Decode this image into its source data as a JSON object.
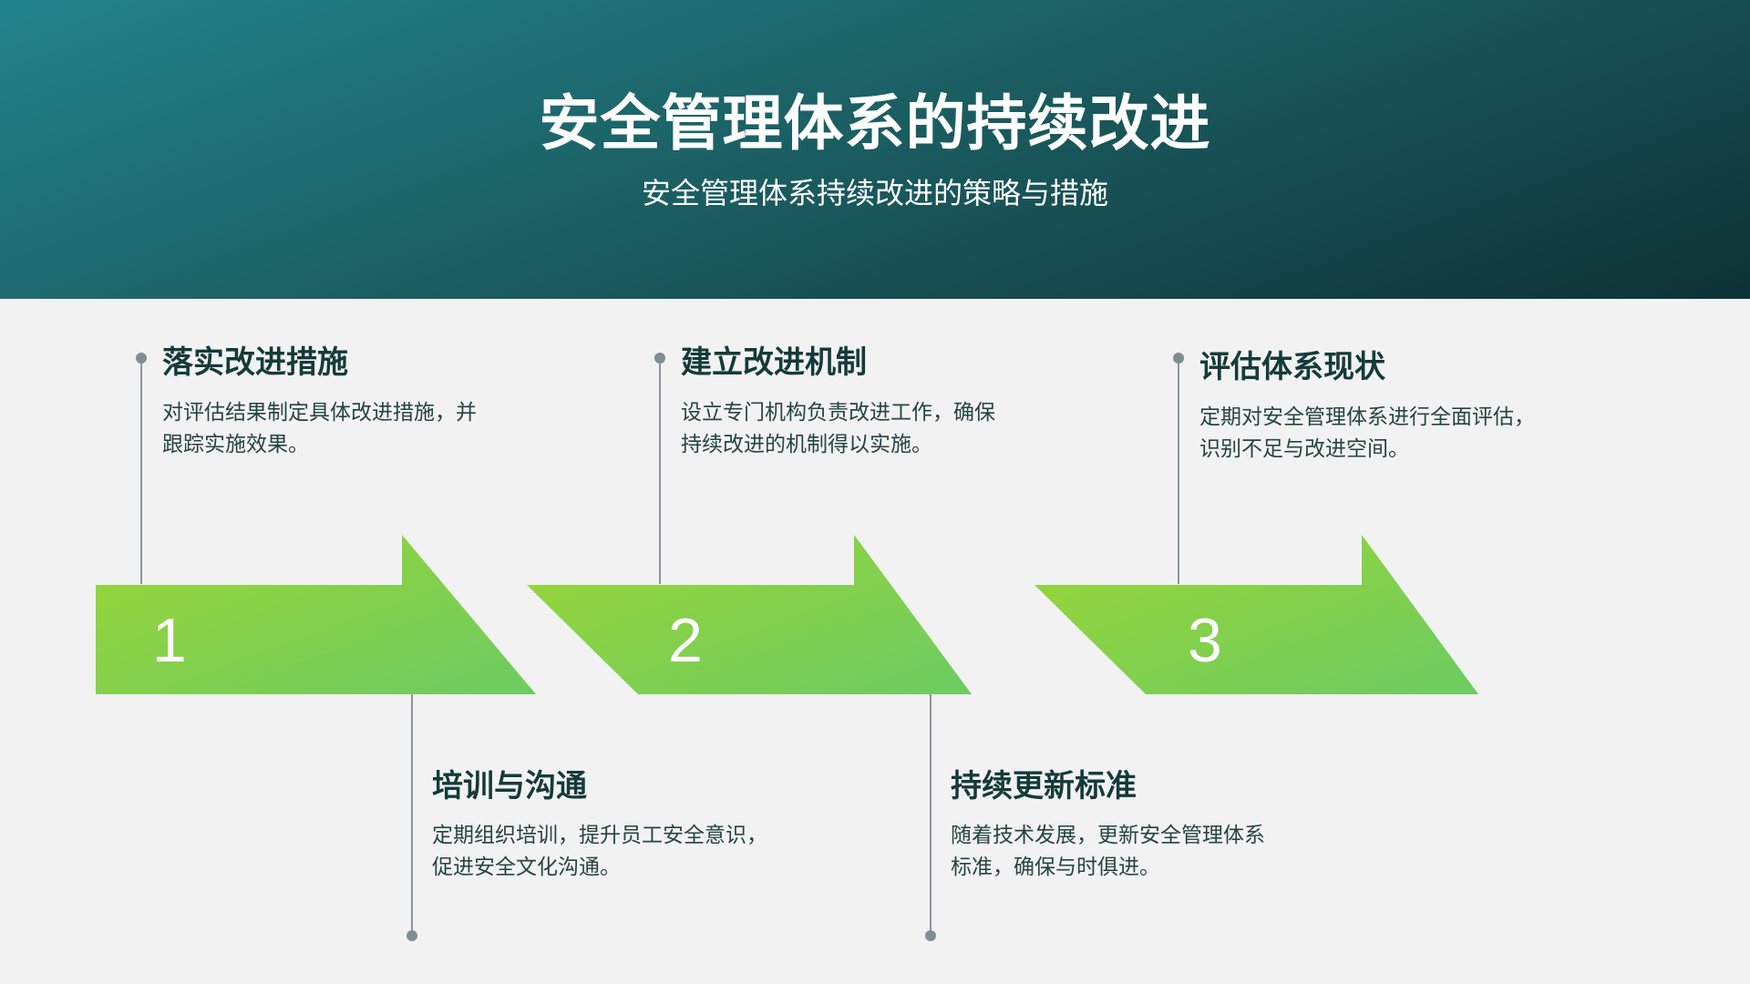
{
  "header": {
    "title": "安全管理体系的持续改进",
    "subtitle": "安全管理体系持续改进的策略与措施"
  },
  "colors": {
    "header_gradient_start": "#22838c",
    "header_gradient_end": "#0d3133",
    "arrow_gradient_start": "#9bd636",
    "arrow_gradient_end": "#6ccb62",
    "background": "#f2f2f2",
    "heading_text": "#153a3a",
    "connector": "#8a9799"
  },
  "arrows": [
    {
      "number": "1"
    },
    {
      "number": "2"
    },
    {
      "number": "3"
    }
  ],
  "steps_top": [
    {
      "heading": "落实改进措施",
      "desc_line1": "对评估结果制定具体改进措施，并",
      "desc_line2": "跟踪实施效果。"
    },
    {
      "heading": "建立改进机制",
      "desc_line1": "设立专门机构负责改进工作，确保",
      "desc_line2": "持续改进的机制得以实施。"
    },
    {
      "heading": "评估体系现状",
      "desc_line1": "定期对安全管理体系进行全面评估，",
      "desc_line2": "识别不足与改进空间。"
    }
  ],
  "steps_bottom": [
    {
      "heading": "培训与沟通",
      "desc_line1": "定期组织培训，提升员工安全意识，",
      "desc_line2": "促进安全文化沟通。"
    },
    {
      "heading": "持续更新标准",
      "desc_line1": "随着技术发展，更新安全管理体系",
      "desc_line2": "标准，确保与时俱进。"
    }
  ]
}
